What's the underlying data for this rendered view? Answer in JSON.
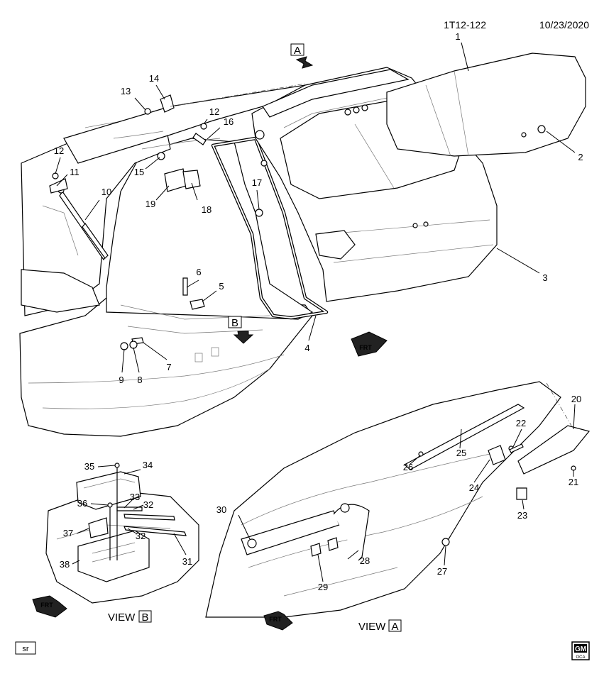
{
  "header": {
    "doc_id": "1T12-122",
    "date": "10/23/2020"
  },
  "views": {
    "a_arrow": "A",
    "b_arrow": "B",
    "view_b_prefix": "VIEW",
    "view_b_letter": "B",
    "view_a_prefix": "VIEW",
    "view_a_letter": "A"
  },
  "frt_label": "FRT",
  "footer": {
    "sr_label": "sr",
    "logo_top": "GM",
    "logo_bottom": "OCA"
  },
  "callouts": {
    "c1": "1",
    "c2": "2",
    "c3": "3",
    "c4": "4",
    "c5": "5",
    "c6": "6",
    "c7": "7",
    "c8": "8",
    "c9": "9",
    "c10": "10",
    "c11": "11",
    "c12a": "12",
    "c12b": "12",
    "c13": "13",
    "c14": "14",
    "c15": "15",
    "c16": "16",
    "c17": "17",
    "c18": "18",
    "c19": "19",
    "c20": "20",
    "c21": "21",
    "c22": "22",
    "c23": "23",
    "c24": "24",
    "c25": "25",
    "c26": "26",
    "c27": "27",
    "c28": "28",
    "c29": "29",
    "c30": "30",
    "c31": "31",
    "c32a": "32",
    "c32b": "32",
    "c33": "33",
    "c34": "34",
    "c35": "35",
    "c36": "36",
    "c37": "37",
    "c38": "38"
  }
}
